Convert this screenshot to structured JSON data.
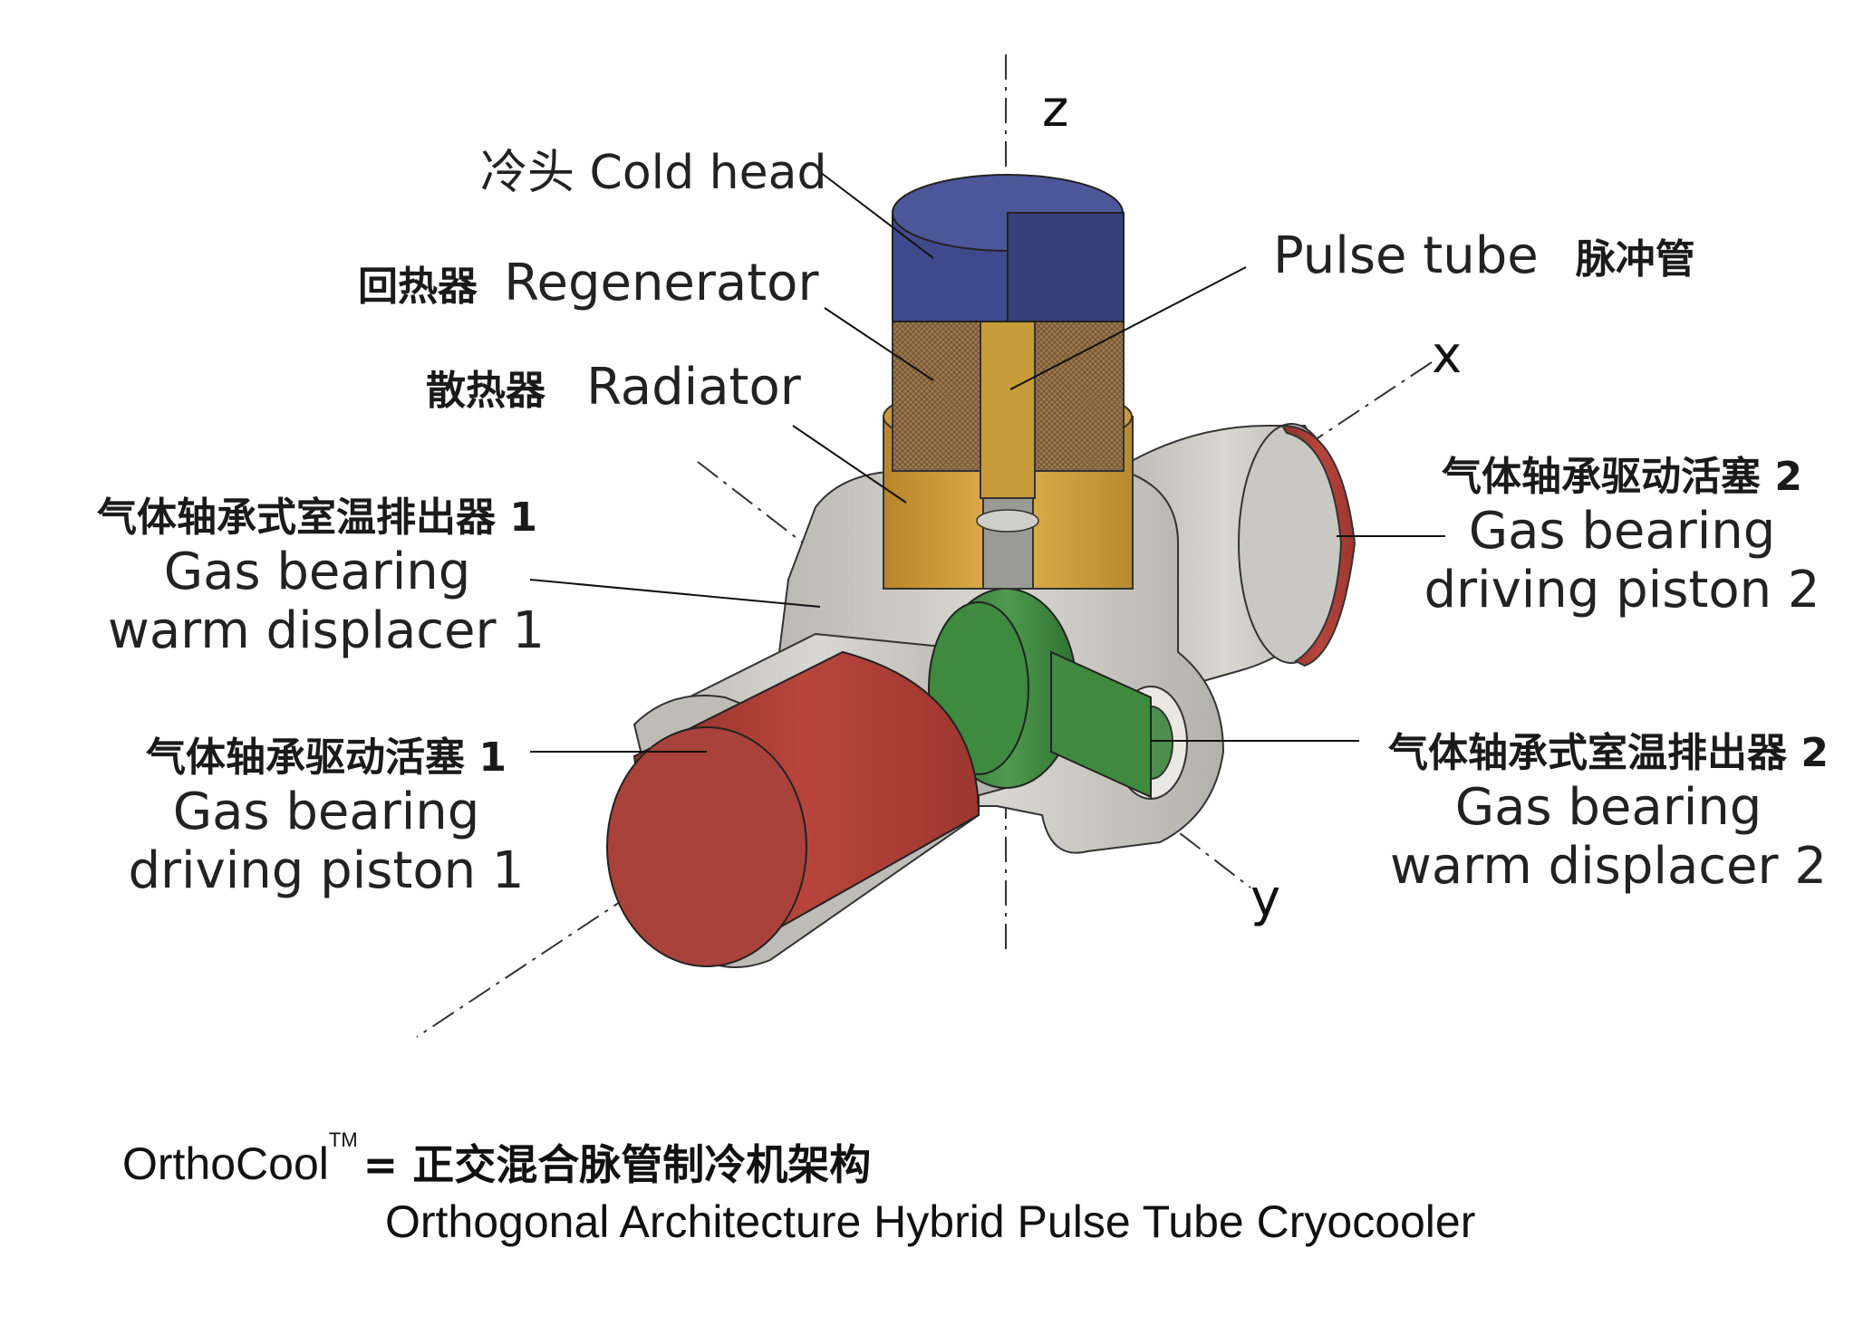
{
  "axes": {
    "z": "z",
    "x": "x",
    "y": "y"
  },
  "labels": {
    "cold_head": "冷头 Cold head",
    "regenerator_cn": "回热器",
    "regenerator_en": "Regenerator",
    "radiator_cn": "散热器",
    "radiator_en": "Radiator",
    "pulse_tube_en": "Pulse tube",
    "pulse_tube_cn": "脉冲管",
    "displacer1_cn": "气体轴承式室温排出器 1",
    "displacer1_en1": "Gas bearing",
    "displacer1_en2": "warm displacer 1",
    "piston1_cn": "气体轴承驱动活塞 1",
    "piston1_en1": "Gas bearing",
    "piston1_en2": "driving piston 1",
    "piston2_cn": "气体轴承驱动活塞 2",
    "piston2_en1": "Gas bearing",
    "piston2_en2": "driving piston 2",
    "displacer2_cn": "气体轴承式室温排出器 2",
    "displacer2_en1": "Gas bearing",
    "displacer2_en2": "warm displacer 2"
  },
  "footer": {
    "brand": "OrthoCool",
    "trademark": "TM",
    "equals_cn": "= 正交混合脉管制冷机架构",
    "english": "Orthogonal Architecture Hybrid Pulse Tube Cryocooler"
  },
  "colors": {
    "cold_head": "#3f4a8c",
    "regenerator": "#9c7a4e",
    "radiator": "#d6a43a",
    "piston": "#b5423a",
    "displacer": "#3f8a3f",
    "housing": "#c9c8c2"
  }
}
